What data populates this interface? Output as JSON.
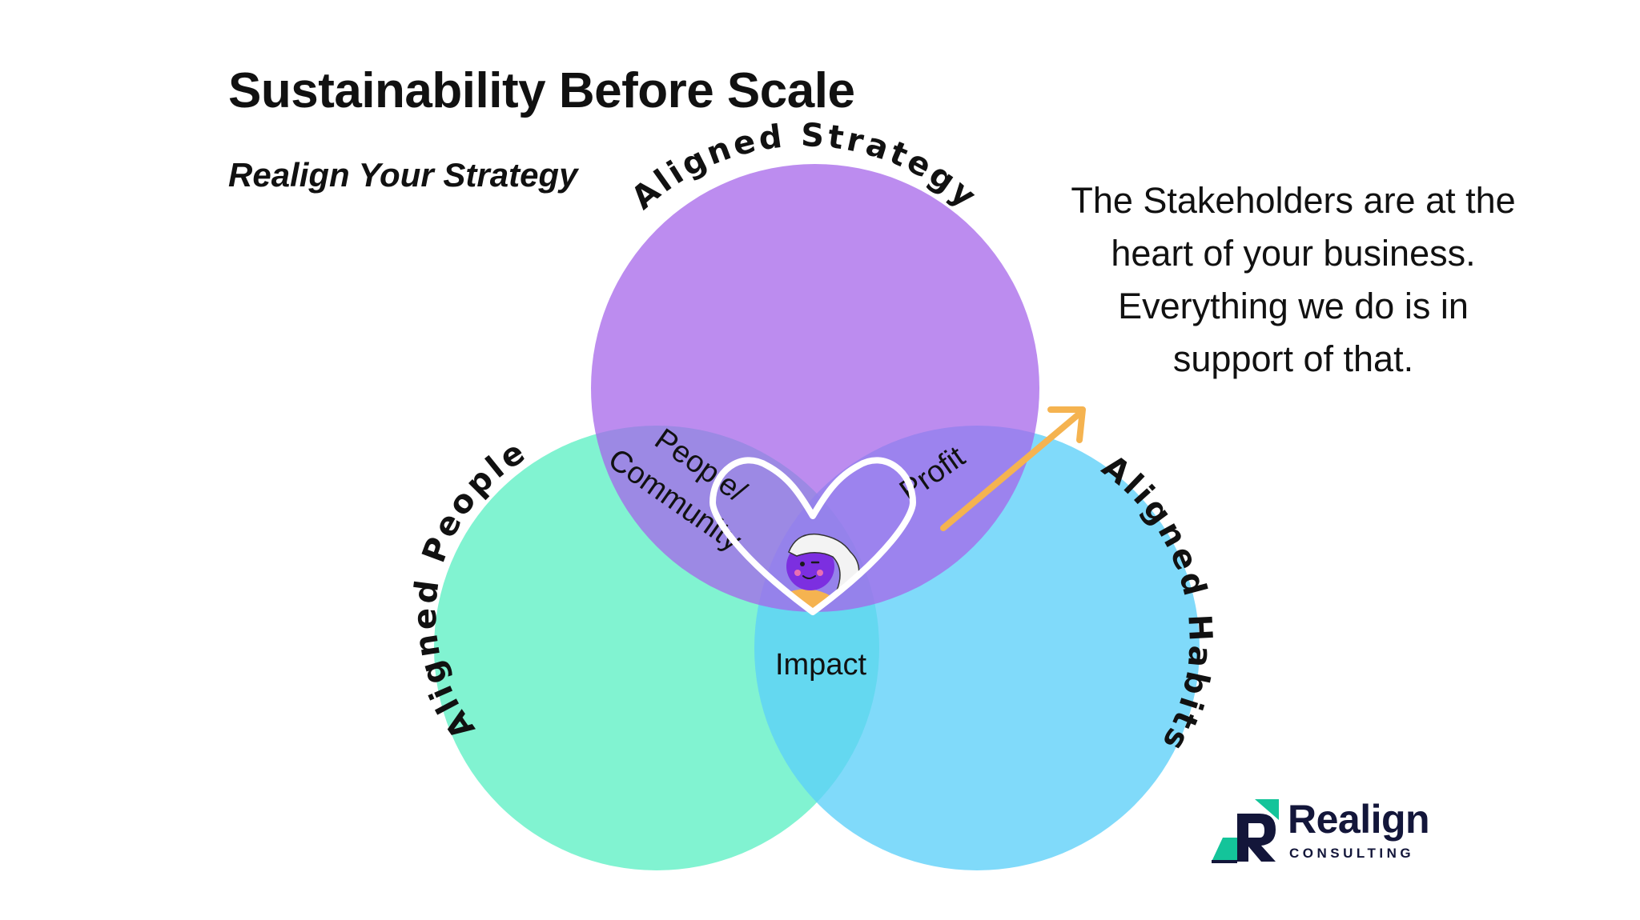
{
  "title": "Sustainability Before Scale",
  "subtitle": "Realign Your Strategy",
  "callout": "The Stakeholders are at the heart of your business. Everything we do is in support of that.",
  "circles": {
    "top": "Aligned Strategy",
    "left": "Aligned People",
    "right": "Aligned Habits"
  },
  "overlaps": {
    "top_left_line1": "People/",
    "top_left_line2": "Community",
    "top_right": "Profit",
    "bottom": "Impact"
  },
  "logo": {
    "name": "Realign",
    "sub": "CONSULTING"
  },
  "colors": {
    "strategy": "#a566ea",
    "people": "#5ef0c4",
    "habits": "#5ccff8",
    "arrow": "#f5b350",
    "heart": "#ffffff",
    "logo_navy": "#13163a",
    "logo_green": "#14c49a"
  },
  "icons": [
    "heart-icon",
    "stakeholder-avatar",
    "arrow-icon"
  ]
}
